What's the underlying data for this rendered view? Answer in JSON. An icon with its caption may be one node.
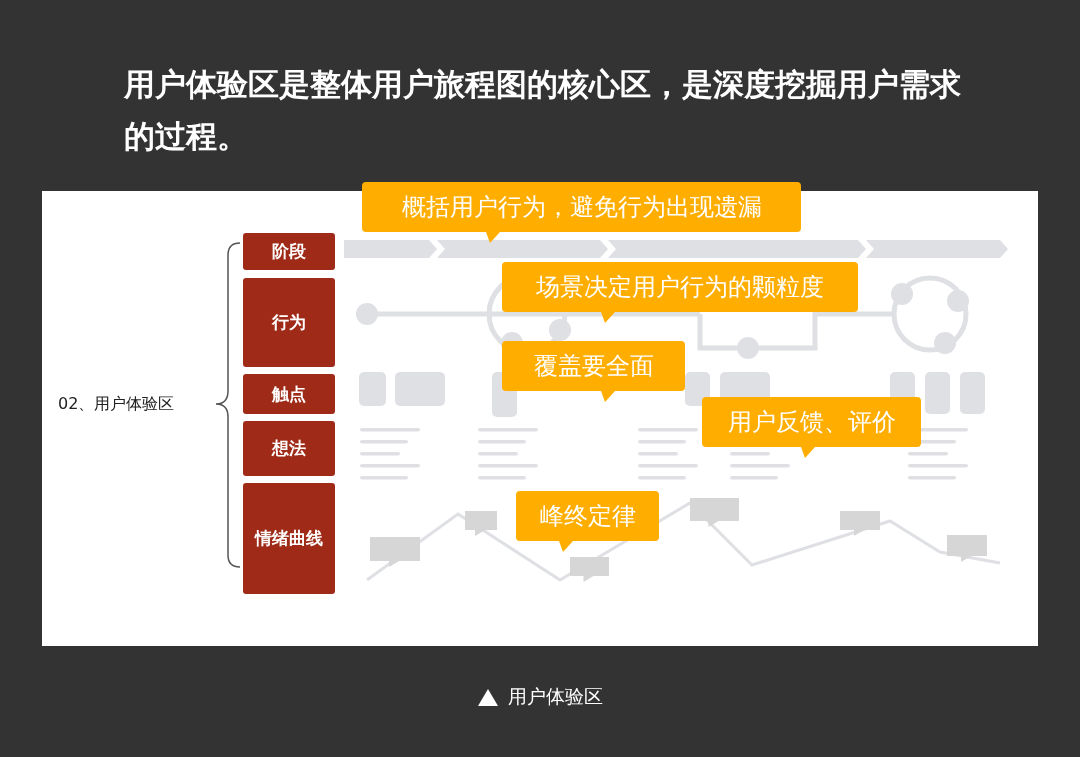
{
  "diagram": {
    "title": "用户体验区是整体用户旅程图的核心区，是深度挖掘用户需求的过程。",
    "caption": "用户体验区",
    "nodes": [
      {
        "text": [
          "阶段"
        ]
      },
      {
        "text": [
          "行为"
        ]
      },
      {
        "text": [
          "触点"
        ]
      },
      {
        "text": [
          "想法"
        ]
      },
      {
        "text": [
          "情绪曲线"
        ]
      },
      {
        "text": [
          "概括用户行为，避免行为出现遗漏"
        ]
      },
      {
        "text": [
          "场景决定用户行为的颗粒度"
        ]
      },
      {
        "text": [
          "覆盖要全面"
        ]
      },
      {
        "text": [
          "用户反馈、评价"
        ]
      },
      {
        "text": [
          "峰终定律"
        ]
      }
    ],
    "edges": [],
    "labels": [
      "02、用户体验区"
    ]
  }
}
